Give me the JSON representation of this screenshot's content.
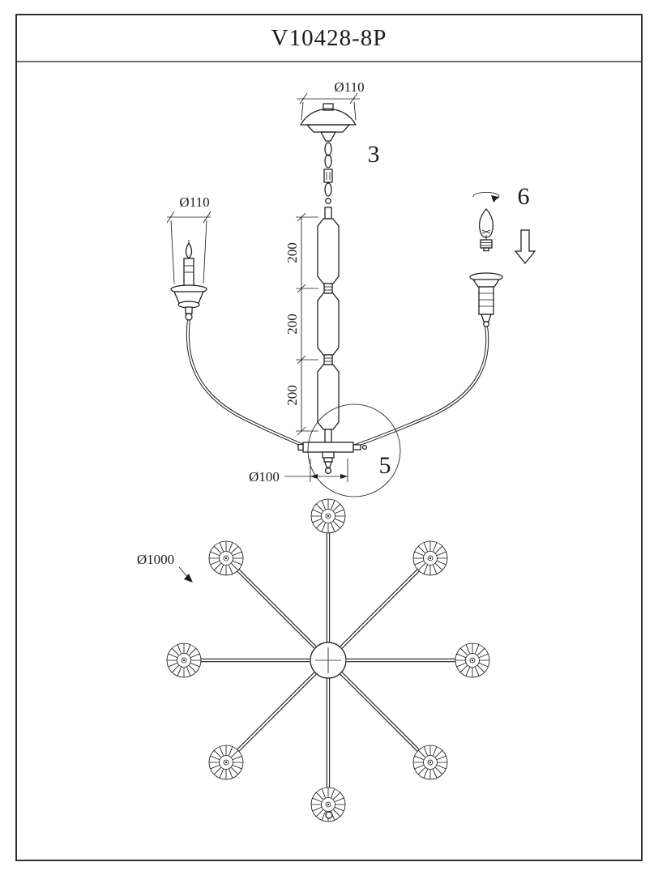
{
  "page": {
    "title": "V10428-8P"
  },
  "callouts": {
    "canopy_chain": "3",
    "center_body": "5",
    "bulb_install": "6"
  },
  "dimensions": {
    "canopy_diameter": "Ø110",
    "candle_cup_diameter": "Ø110",
    "segment_length_1": "200",
    "segment_length_2": "200",
    "segment_length_3": "200",
    "body_diameter": "Ø100",
    "plan_diameter": "Ø1000"
  },
  "colors": {
    "ink": "#1b1b1b",
    "paper": "#ffffff"
  }
}
